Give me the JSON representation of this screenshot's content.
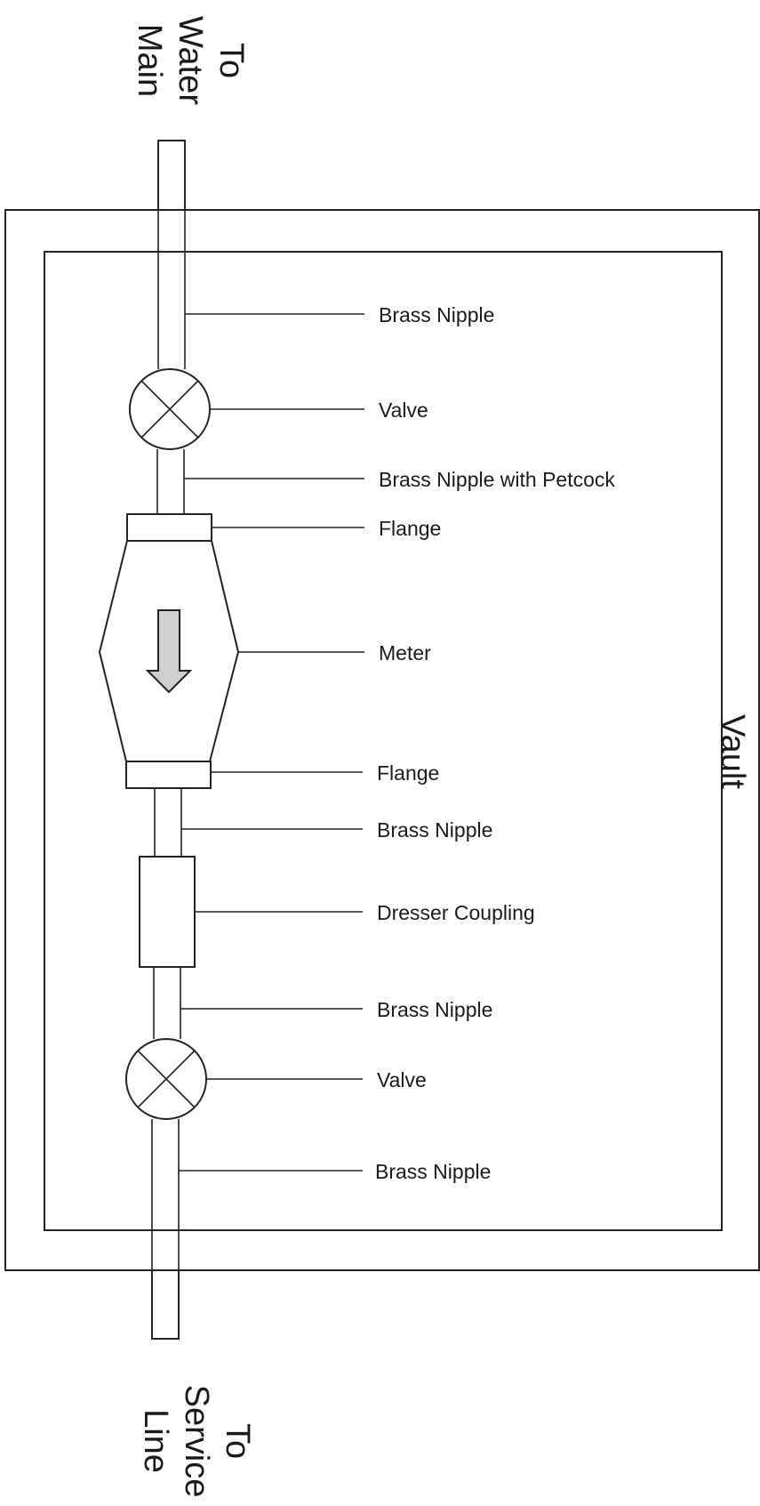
{
  "diagram": {
    "vault_label": "Vault",
    "top_label": [
      "To",
      "Water",
      "Main"
    ],
    "bottom_label": [
      "To",
      "Service",
      "Line"
    ],
    "components": [
      {
        "id": "brass-nipple-1",
        "label": "Brass Nipple"
      },
      {
        "id": "valve-1",
        "label": "Valve"
      },
      {
        "id": "brass-nipple-petcock",
        "label": "Brass Nipple with Petcock"
      },
      {
        "id": "flange-1",
        "label": "Flange"
      },
      {
        "id": "meter",
        "label": "Meter"
      },
      {
        "id": "flange-2",
        "label": "Flange"
      },
      {
        "id": "brass-nipple-2",
        "label": "Brass Nipple"
      },
      {
        "id": "dresser-coupling",
        "label": "Dresser Coupling"
      },
      {
        "id": "brass-nipple-3",
        "label": "Brass Nipple"
      },
      {
        "id": "valve-2",
        "label": "Valve"
      },
      {
        "id": "brass-nipple-4",
        "label": "Brass Nipple"
      }
    ],
    "flow_direction": "down",
    "colors": {
      "stroke": "#222222",
      "arrow_fill": "#cfcfcf"
    }
  }
}
